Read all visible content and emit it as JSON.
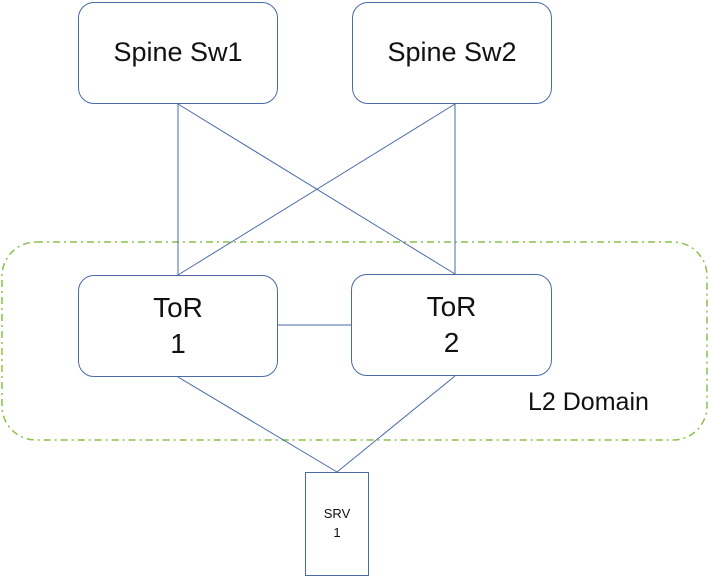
{
  "diagram": {
    "nodes": {
      "spine1": {
        "label": "Spine Sw1"
      },
      "spine2": {
        "label": "Spine Sw2"
      },
      "tor1": {
        "label": "ToR\n1"
      },
      "tor2": {
        "label": "ToR\n2"
      },
      "srv1": {
        "label": "SRV\n1"
      }
    },
    "zone": {
      "label": "L2 Domain"
    },
    "links": [
      {
        "from": "spine1",
        "to": "tor1"
      },
      {
        "from": "spine1",
        "to": "tor2"
      },
      {
        "from": "spine2",
        "to": "tor1"
      },
      {
        "from": "spine2",
        "to": "tor2"
      },
      {
        "from": "tor1",
        "to": "tor2"
      },
      {
        "from": "tor1",
        "to": "srv1"
      },
      {
        "from": "tor2",
        "to": "srv1"
      }
    ],
    "colors": {
      "link": "#4a6aa8",
      "box_border": "#4a6aa8",
      "zone_border": "#8cc04a",
      "text": "#111111"
    }
  }
}
